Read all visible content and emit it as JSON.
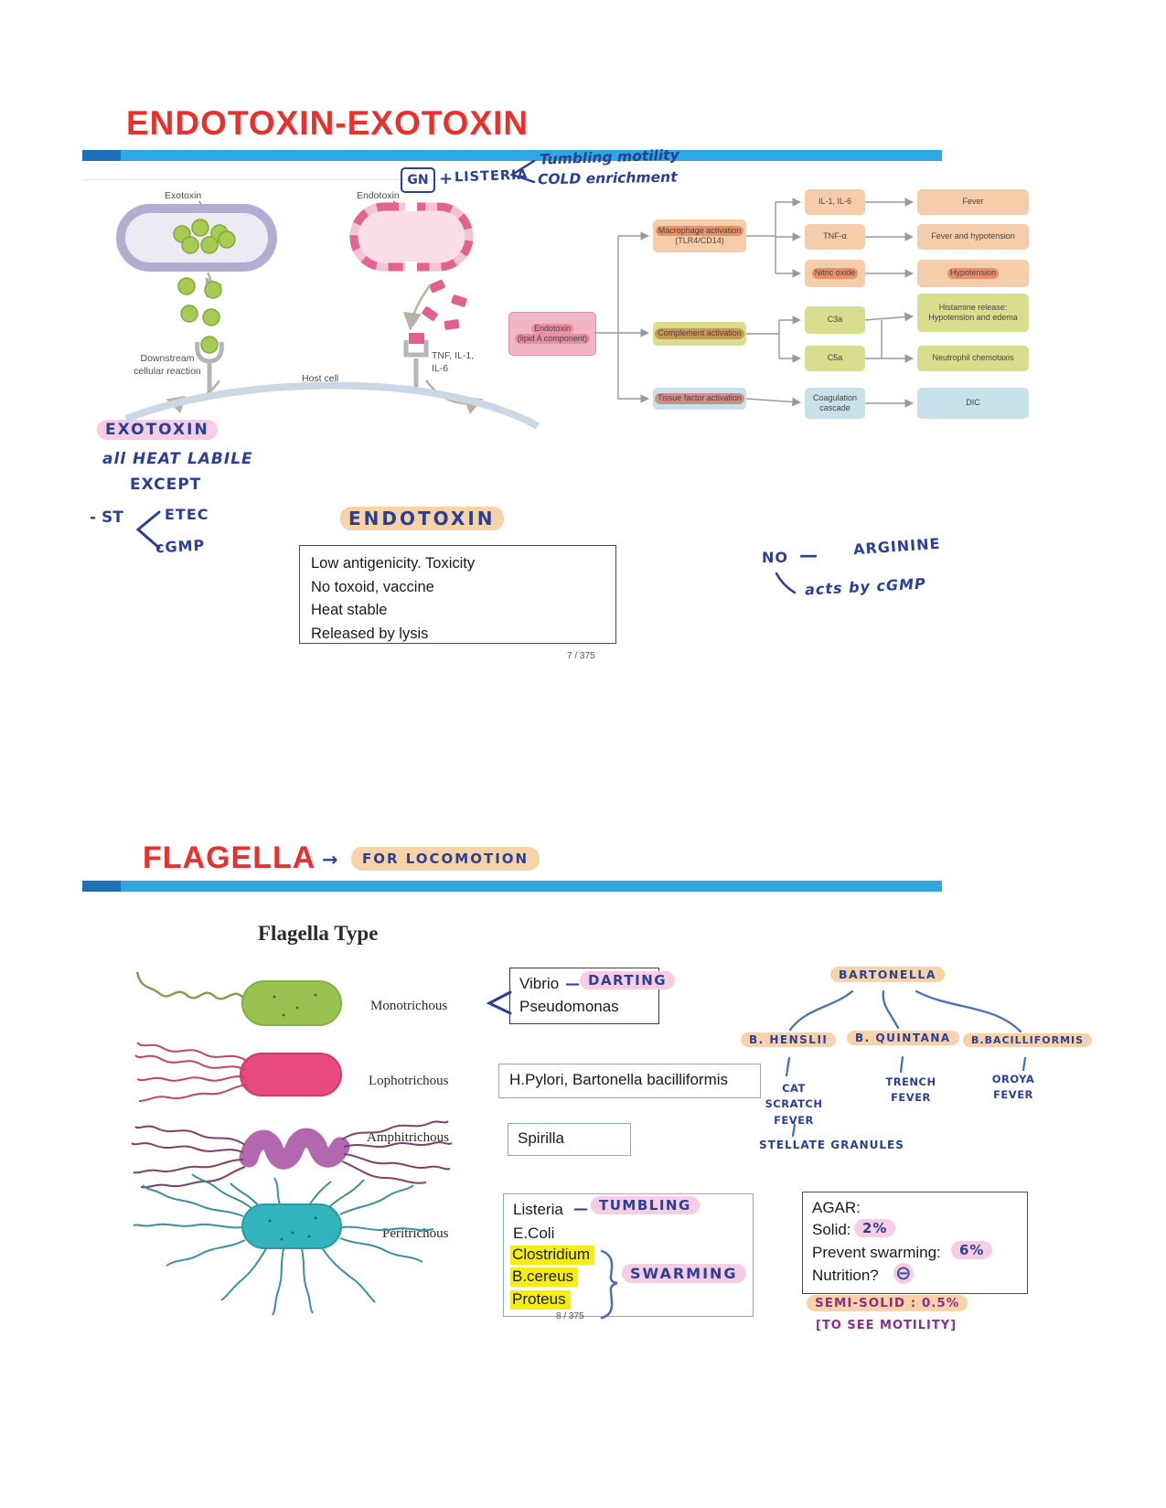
{
  "page1": {
    "title": "ENDOTOXIN-EXOTOXIN",
    "page_number": "7 / 375",
    "top_note": {
      "gn": "GN",
      "plus": "+",
      "listeria": "LISTERIA",
      "tumbling": "Tumbling motility",
      "cold": "COLD enrichment"
    },
    "cell_diagram": {
      "exotoxin": "Exotoxin",
      "endotoxin": "Endotoxin",
      "downstream": "Downstream\ncellular reaction",
      "host_cell": "Host cell",
      "cytokines": "TNF, IL-1,\nIL-6"
    },
    "flowchart": {
      "root_line1": "Endotoxin",
      "root_line2": "(lipid A component)",
      "branch_macrophage_1": "Macrophage activation",
      "branch_macrophage_2": "(TLR4/CD14)",
      "branch_complement": "Complement activation",
      "branch_tissue": "Tissue factor activation",
      "mediators": [
        "IL-1, IL-6",
        "TNF-α",
        "Nitric oxide",
        "C3a",
        "C5a",
        "Coagulation\ncascade"
      ],
      "outcomes": [
        "Fever",
        "Fever and hypotension",
        "Hypotension",
        "Histamine release:\nHypotension and edema",
        "Neutrophil chemotaxis",
        "DIC"
      ]
    },
    "exotoxin_note": {
      "heading": "EXOTOXIN",
      "line1": "all HEAT LABILE",
      "line2": "EXCEPT",
      "st": "- ST",
      "etec": "ETEC",
      "cgmp": "cGMP"
    },
    "endotoxin_note": {
      "heading": "ENDOTOXIN",
      "facts": [
        "Low antigenicity. Toxicity",
        "No toxoid, vaccine",
        "Heat stable",
        "Released by lysis"
      ]
    },
    "arginine_note": {
      "no": "NO",
      "dash": "—",
      "arginine": "ARGININE",
      "acts": "acts by cGMP"
    }
  },
  "page2": {
    "title": "FLAGELLA",
    "arrow": "→",
    "locomotion": "FOR LOCOMOTION",
    "page_number": "8 / 375",
    "figure": {
      "heading": "Flagella Type",
      "types": [
        "Monotrichous",
        "Lophotrichous",
        "Amphitrichous",
        "Peritrichous"
      ]
    },
    "boxes": {
      "vibrio": "Vibrio",
      "darting_dash": "—",
      "darting": "DARTING",
      "pseudomonas": "Pseudomonas",
      "hpylori": "H.Pylori, Bartonella bacilliformis",
      "spirilla": "Spirilla",
      "listeria": "Listeria",
      "tumbling_dash": "—",
      "tumbling": "TUMBLING",
      "ecoli": "E.Coli",
      "clostridium": "Clostridium",
      "bcereus": "B.cereus",
      "proteus": "Proteus",
      "swarming": "SWARMING"
    },
    "bartonella": {
      "root": "BARTONELLA",
      "henslii": "B. HENSLII",
      "quintana": "B. QUINTANA",
      "bacilliformis": "B.BACILLIFORMIS",
      "cat_scratch": "CAT\nSCRATCH\nFEVER",
      "trench": "TRENCH\nFEVER",
      "oroya": "OROYA\nFEVER",
      "stellate": "STELLATE GRANULES"
    },
    "agar": {
      "title": "AGAR:",
      "solid_label": "Solid:",
      "solid_value": "2%",
      "prevent_label": "Prevent swarming:",
      "prevent_value": "6%",
      "nutrition_label": "Nutrition?",
      "nutrition_mark": "⊖",
      "semisolid": "SEMI-SOLID : 0.5%",
      "to_see": "[TO SEE MOTILITY]"
    }
  }
}
